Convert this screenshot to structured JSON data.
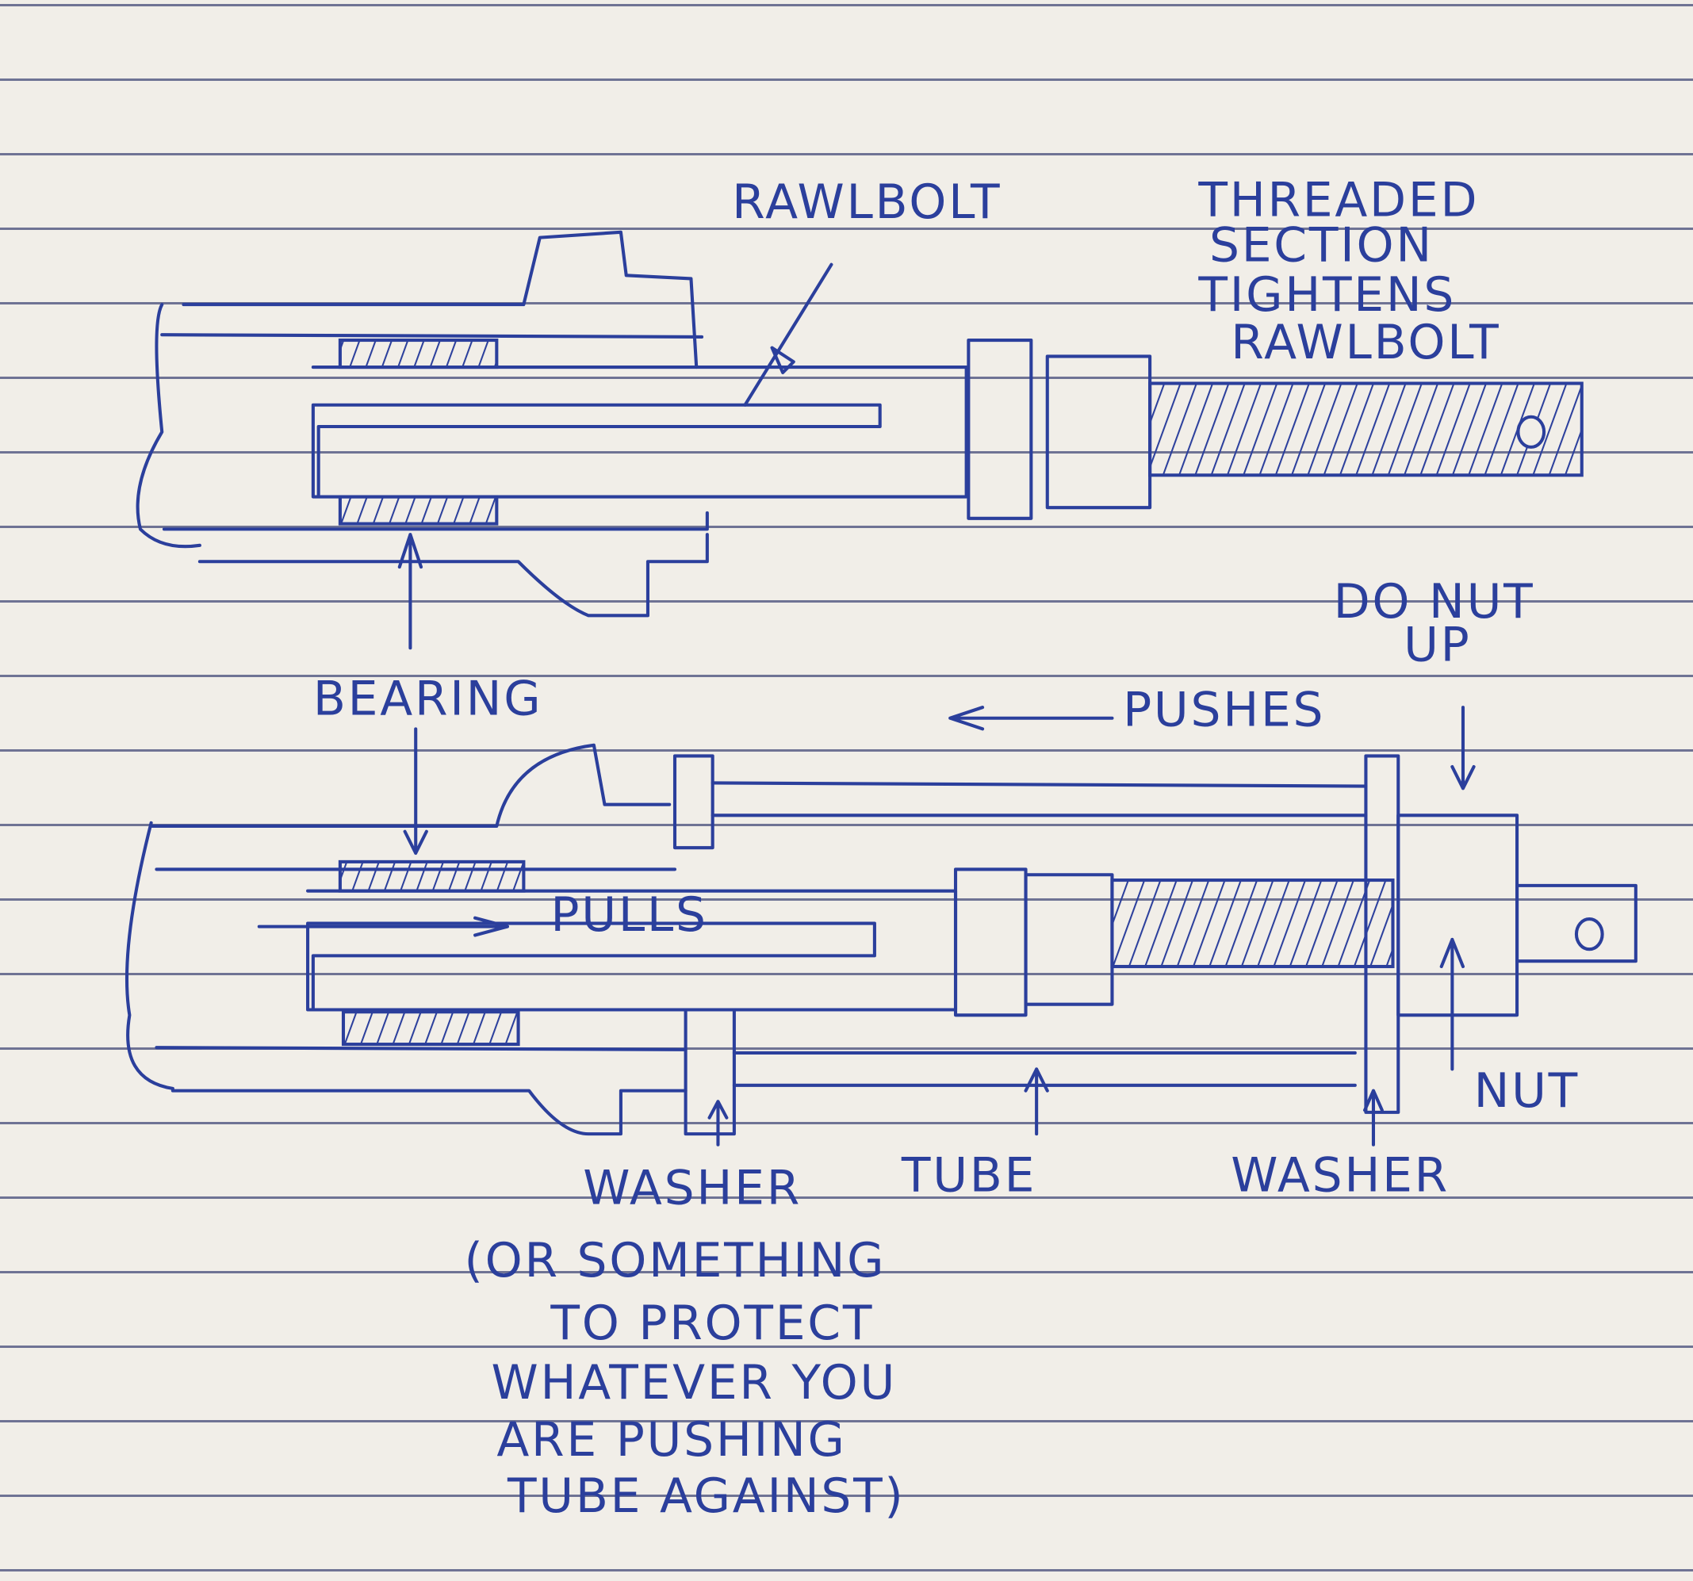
{
  "labels": {
    "rawlbolt": "RAWLBOLT",
    "threaded_section": [
      "THREADED",
      "SECTION",
      "TIGHTENS",
      "RAWLBOLT"
    ],
    "bearing": "BEARING",
    "pushes": "PUSHES",
    "do_nut_up": [
      "DO NUT",
      "UP"
    ],
    "pulls": "PULLS",
    "washer_left": "WASHER",
    "tube": "TUBE",
    "washer_right": "WASHER",
    "nut": "NUT",
    "washer_note": [
      "(OR SOMETHING",
      "TO PROTECT",
      "WHATEVER YOU",
      "ARE PUSHING",
      "TUBE AGAINST)"
    ]
  },
  "colors": {
    "ink": "#2b3f9c",
    "paper": "#f1eee8",
    "rule": "#6f7394"
  }
}
